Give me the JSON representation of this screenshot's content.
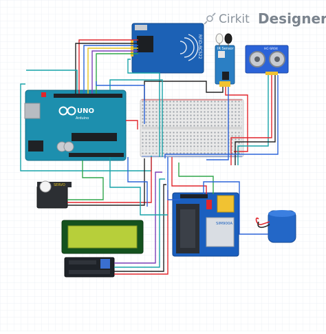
{
  "brand": {
    "logo_mark": "Cirkit",
    "logo_word": "Designer",
    "icon": "cirkit-logo-icon"
  },
  "components": {
    "rfid": {
      "label": "RFID-RC522"
    },
    "ir_sensor": {
      "label": "IR Sensor"
    },
    "ultrasonic": {
      "label": "HC-SR04"
    },
    "arduino": {
      "brand": "UNO",
      "sub": "Arduino"
    },
    "servo": {
      "label": "SERVO"
    },
    "gsm": {
      "label": "SIM900A"
    },
    "battery": {
      "label": ""
    }
  },
  "colors": {
    "grid": "#eef0f4",
    "arduino": "#1d8fae",
    "rfid": "#1c61b5",
    "sensor_board": "#2b7fc4",
    "lcd_screen": "#b7cf3a",
    "lcd_frame": "#14521e",
    "gsm_board": "#1a5fbf",
    "battery": "#2367c7",
    "wire_red": "#e0252b",
    "wire_black": "#222222",
    "wire_blue": "#2b63d8",
    "wire_teal": "#17a3a8",
    "wire_green": "#2fa64a",
    "wire_purple": "#7a3fb8",
    "wire_yellow": "#e3c21d"
  }
}
